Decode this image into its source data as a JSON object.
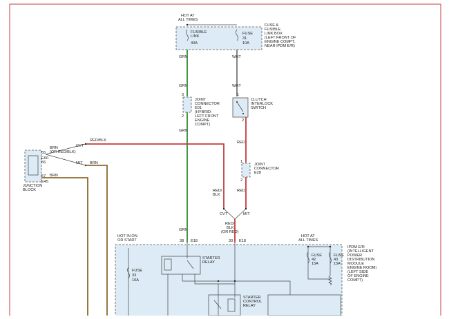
{
  "colors": {
    "grn": "#2f8a2f",
    "wht": "#777777",
    "red": "#c43b3b",
    "brn": "#8a6a2a",
    "module_fill": "#dcebf5",
    "border": "#c43b3b"
  },
  "top_fuse": {
    "hot_label": "HOT AT ALL TIMES",
    "link_label": "FUSIBLE LINK",
    "link_amp": "40A",
    "fuse_label": "FUSE",
    "fuse_no": "31",
    "fuse_amp": "10A",
    "box_desc": "FUSE & FUSIBLE LINK BOX (LEFT FRONT OF ENGINE COMPT, NEAR IPDM E/R)"
  },
  "wires": {
    "grn1": "GRN",
    "wht1": "WHT",
    "grn2": "GRN",
    "wht2": "WHT",
    "grn3": "GRN",
    "red1": "RED",
    "red2": "RED",
    "red_blk": "RED/BLK",
    "red_blk2": "RED/ BLK",
    "brn1": "BRN",
    "brn_or": "(OR RED/BLK)",
    "brn2": "BRN",
    "brn3": "BRN",
    "grn4": "GRN",
    "merge": "RED/ BLK (OR RED)"
  },
  "joint_e01": {
    "pin_top": "3",
    "pin_bot": "2",
    "label": "JOINT CONNECTOR E01 (HYBRID: LEFT FRONT ENGINE COMPT)"
  },
  "clutch": {
    "pin_top": "1",
    "pin_bot": "2",
    "label": "CLUTCH INTERLOCK SWITCH"
  },
  "joint_e28": {
    "pin_top": "1",
    "pin_bot": "2",
    "label": "JOINT CONNECTOR E28"
  },
  "junction": {
    "pin1": "55",
    "pin2": "56",
    "pin3": "57",
    "conn1": "E60",
    "conn2": "E45",
    "label": "JUNCTION BLOCK",
    "cvt": "CVT",
    "mt": "M/T"
  },
  "split": {
    "cvt": "CVT",
    "mt": "M/T"
  },
  "ipdm": {
    "pin38": "38",
    "conn38": "E18",
    "pin30": "30",
    "conn30": "E18",
    "hot_on": "HOT IN ON OR START",
    "hot_all": "HOT AT ALL TIMES",
    "starter_relay": "STARTER RELAY",
    "fuse33_label": "FUSE",
    "fuse33_no": "33",
    "fuse33_amp": "10A",
    "fuse42_label": "FUSE",
    "fuse42_no": "42",
    "fuse42_amp": "15A",
    "fuse43_label": "FUSE",
    "fuse43_no": "43",
    "fuse43_amp": "15A",
    "starter_ctrl": "STARTER CONTROL RELAY",
    "desc": "IPDM E/R (INTELLIGENT POWER DISTRIBUTION MODULE ENGINE ROOM) (LEFT SIDE OF ENGINE COMPT)"
  }
}
